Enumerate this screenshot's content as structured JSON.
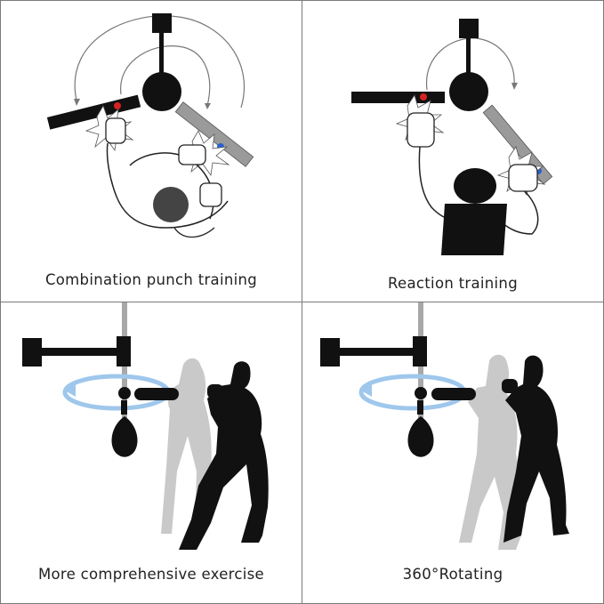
{
  "panels": [
    {
      "caption": "Combination punch training"
    },
    {
      "caption": "Reaction training"
    },
    {
      "caption": "More comprehensive exercise"
    },
    {
      "caption": "360°Rotating"
    }
  ],
  "colors": {
    "red_dot": "#d62222",
    "blue_dot": "#2a5fd0",
    "rotation_arrow": "#9fc7ec",
    "silhouette": "#111111",
    "ghost": "#c9c9c9"
  }
}
